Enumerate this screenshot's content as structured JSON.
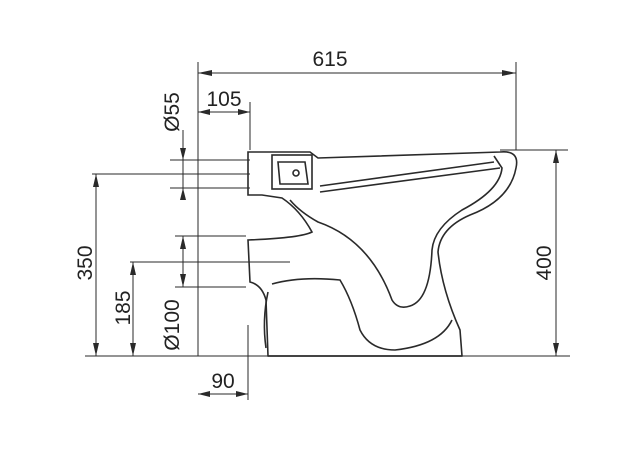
{
  "dimensions": {
    "overall_length": "615",
    "inlet_offset": "105",
    "inlet_diameter": "Ø55",
    "overall_height": "400",
    "outlet_height": "350",
    "floor_outlet_height": "185",
    "outlet_diameter": "Ø100",
    "outlet_offset": "90"
  }
}
